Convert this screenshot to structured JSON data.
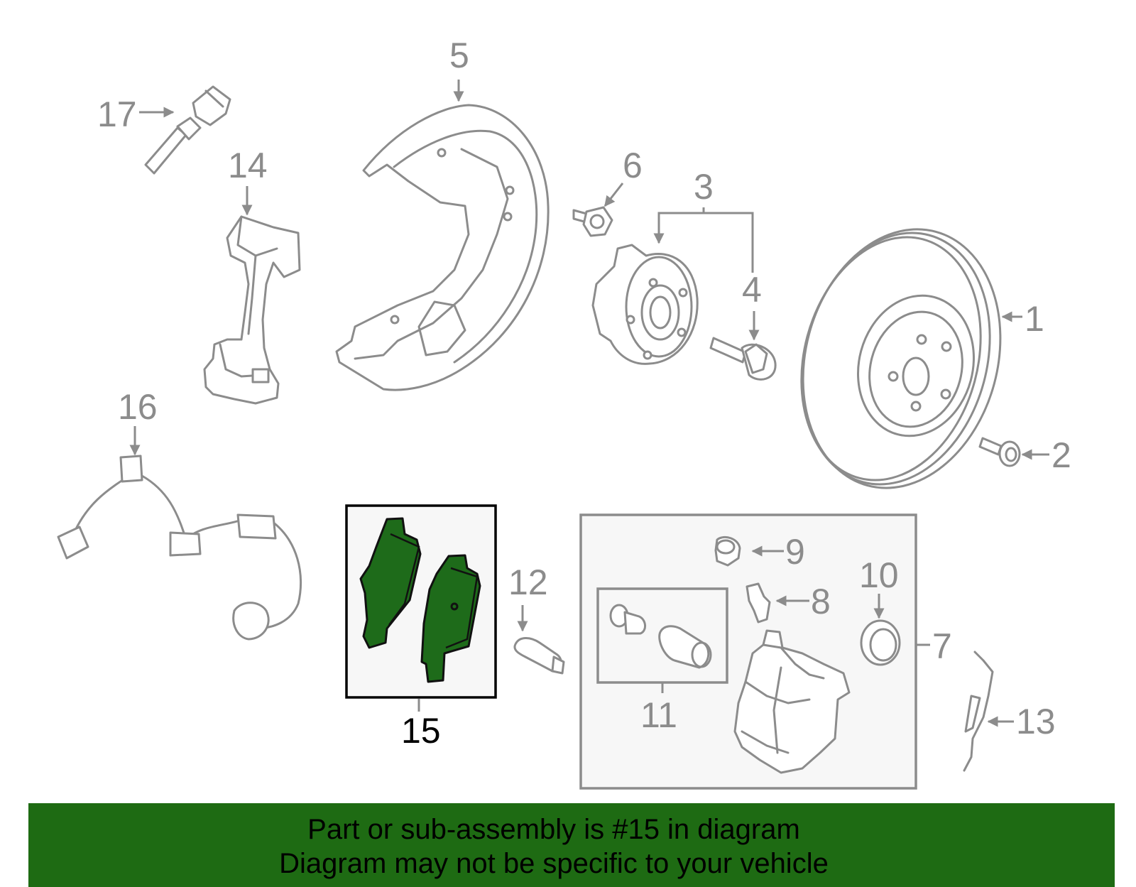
{
  "callouts": {
    "c1": "1",
    "c2": "2",
    "c3": "3",
    "c4": "4",
    "c5": "5",
    "c6": "6",
    "c7": "7",
    "c8": "8",
    "c9": "9",
    "c10": "10",
    "c11": "11",
    "c12": "12",
    "c13": "13",
    "c14": "14",
    "c15": "15",
    "c16": "16",
    "c17": "17"
  },
  "highlighted_part": "15",
  "footer": {
    "line1": "Part or sub-assembly is #15 in diagram",
    "line2": "Diagram may not be specific to your vehicle"
  },
  "colors": {
    "highlight_fill": "#1e6b1a",
    "banner": "#1e6b13",
    "line_grey": "#8c8c8c"
  }
}
